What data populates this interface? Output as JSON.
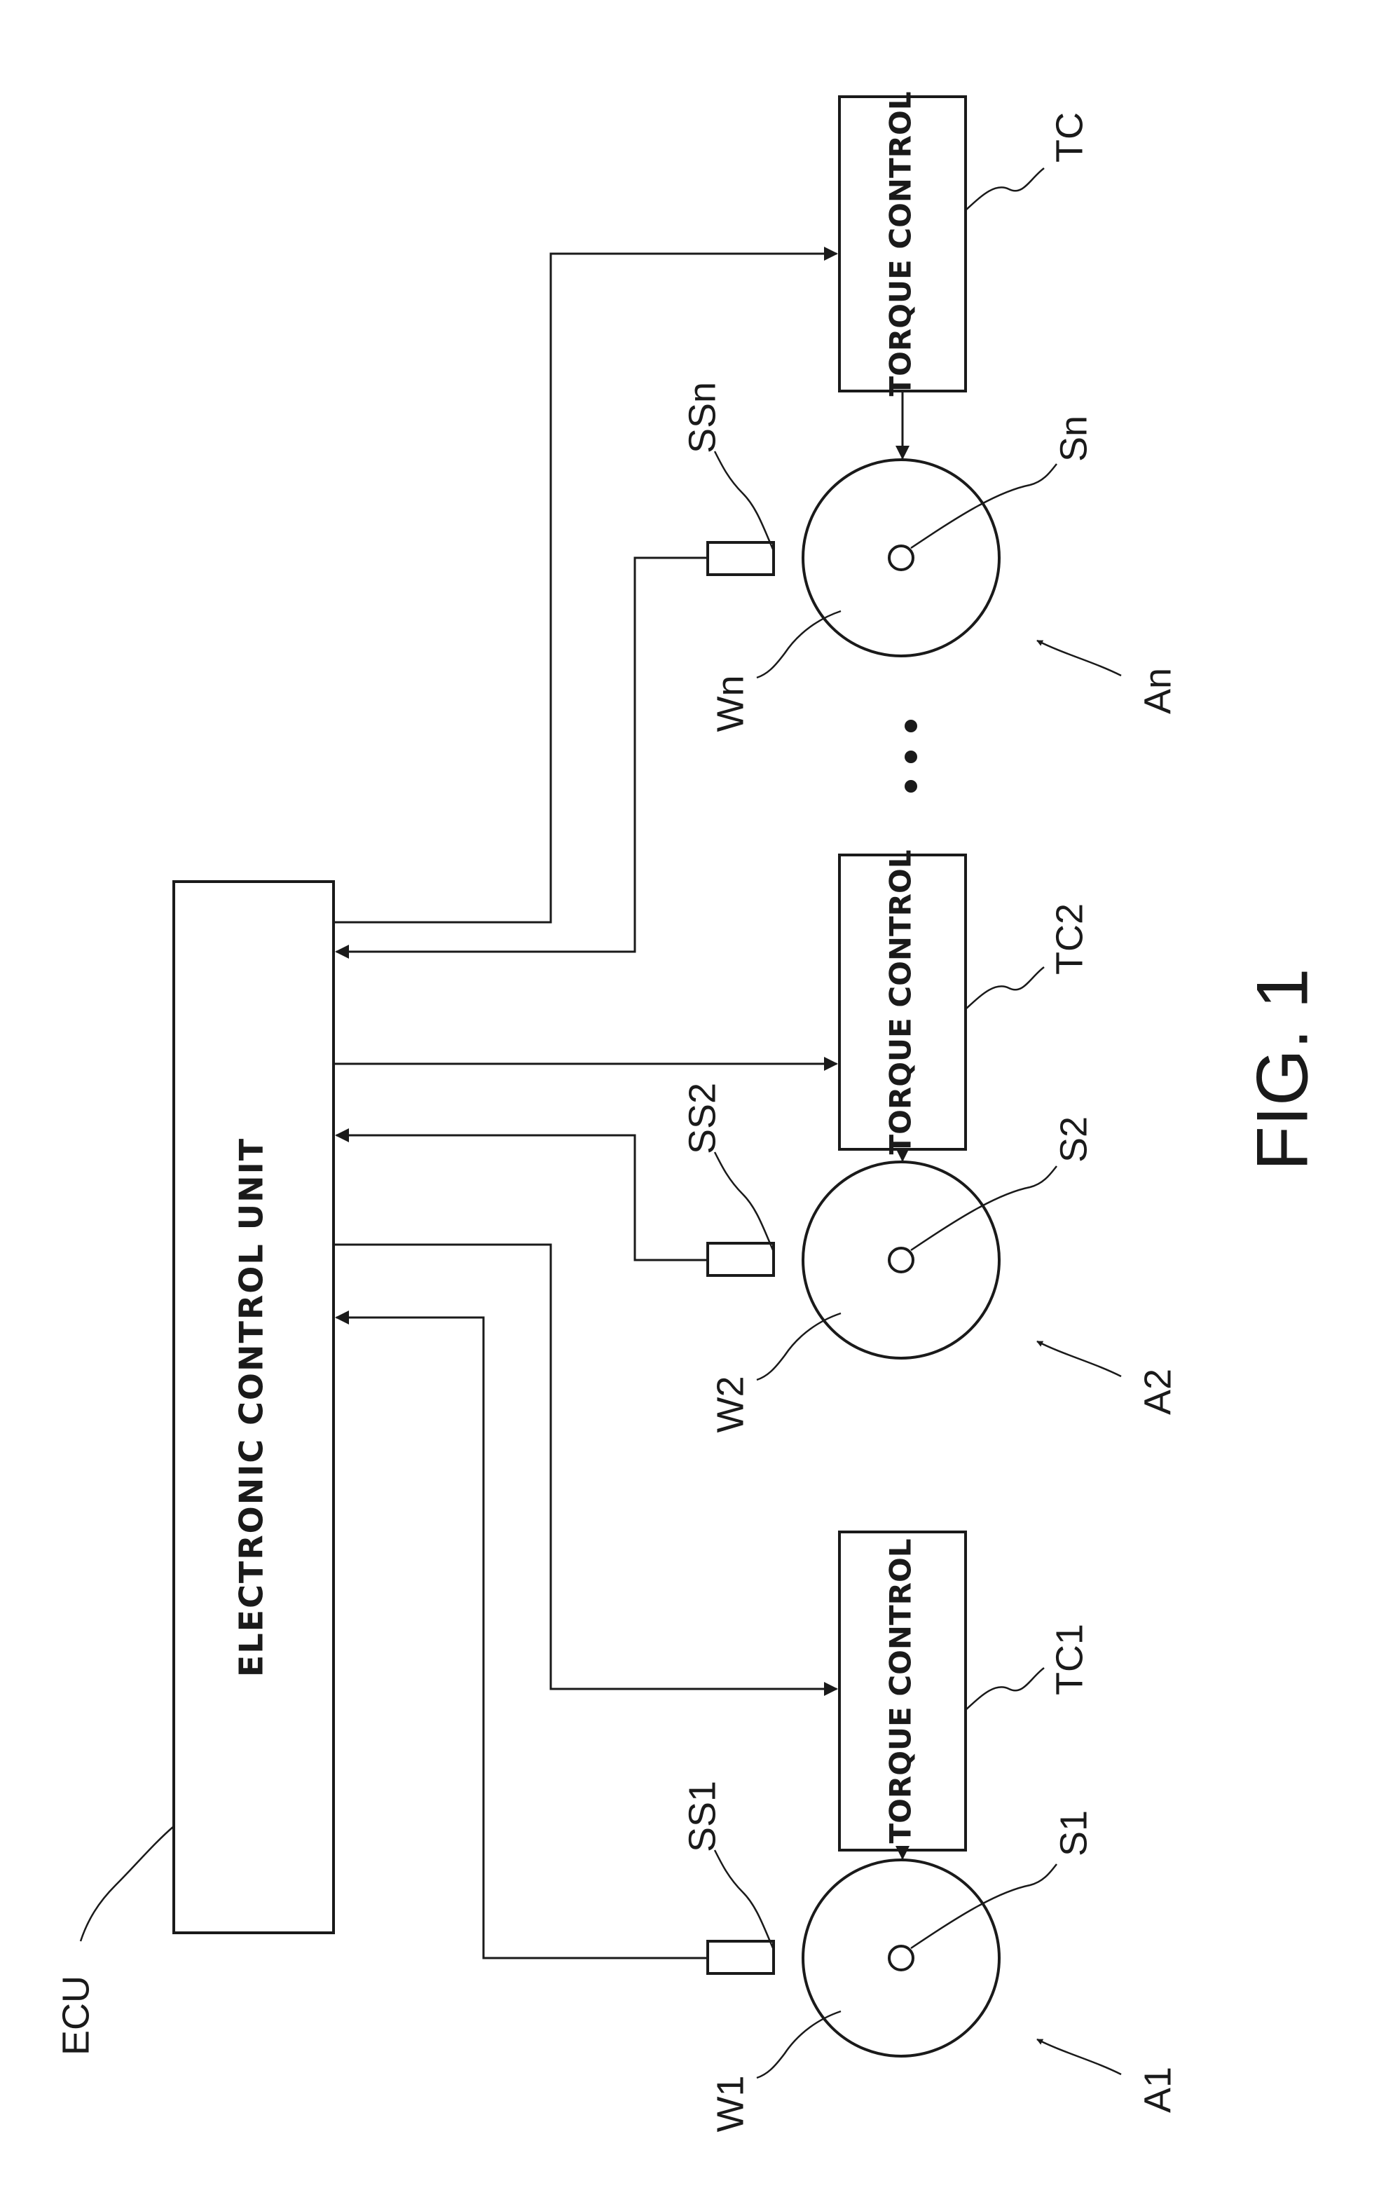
{
  "figure_label": "FIG. 1",
  "ecu": {
    "title": "ELECTRONIC CONTROL UNIT",
    "ref": "ECU"
  },
  "torque_controls": [
    {
      "title": "TORQUE CONTROL",
      "ref": "TC1"
    },
    {
      "title": "TORQUE CONTROL",
      "ref": "TC2"
    },
    {
      "title": "TORQUE CONTROL",
      "ref": "TC"
    }
  ],
  "wheels": [
    {
      "wheel_ref": "W1",
      "sensor_ref": "SS1",
      "shaft_ref": "S1",
      "assembly_ref": "A1"
    },
    {
      "wheel_ref": "W2",
      "sensor_ref": "SS2",
      "shaft_ref": "S2",
      "assembly_ref": "A2"
    },
    {
      "wheel_ref": "Wn",
      "sensor_ref": "SSn",
      "shaft_ref": "Sn",
      "assembly_ref": "An"
    }
  ]
}
